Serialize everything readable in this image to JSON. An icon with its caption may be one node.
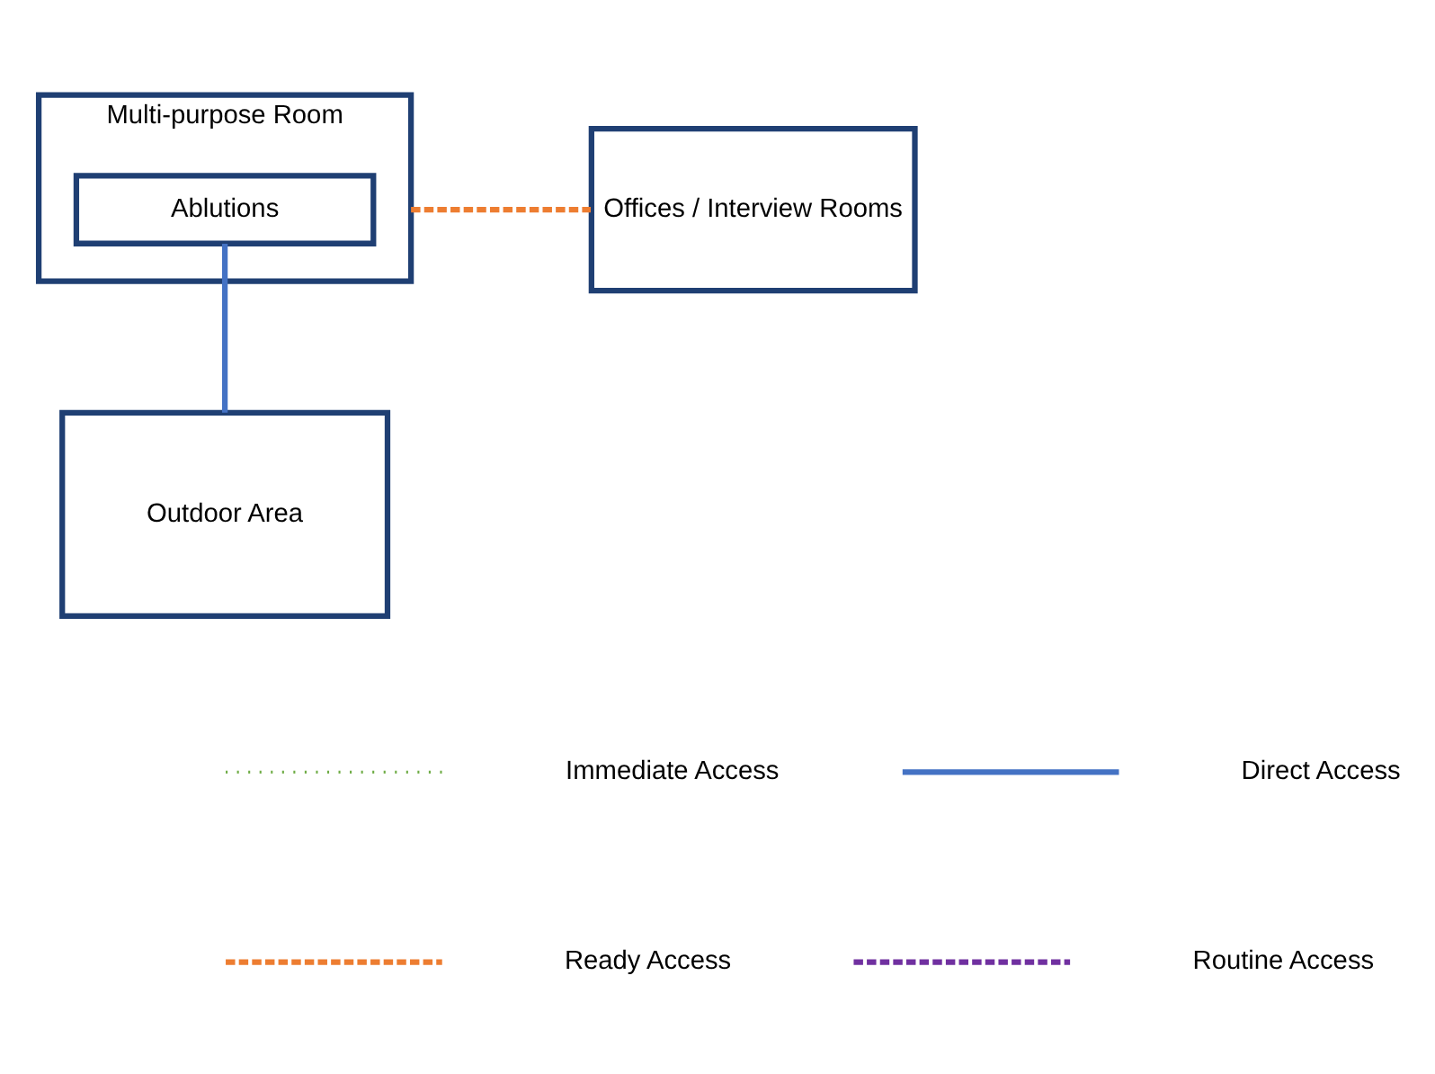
{
  "diagram": {
    "nodes": [
      {
        "text": [
          "Multi-purpose Room"
        ]
      },
      {
        "text": [
          "Ablutions"
        ],
        "in": 0
      },
      {
        "text": [
          "Offices / Interview Rooms"
        ]
      },
      {
        "text": [
          "Outdoor Area"
        ]
      }
    ],
    "edges": [
      {
        "from": 0,
        "to": 2,
        "arrow": "none",
        "style": "dashed",
        "color": "#ed7d31"
      },
      {
        "from": 1,
        "to": 3,
        "arrow": "none",
        "color": "#4472c4"
      }
    ],
    "legend": [
      {
        "text": "Immediate Access"
      },
      {
        "text": "Direct Access"
      },
      {
        "text": "Ready Access"
      },
      {
        "text": "Routine Access"
      }
    ]
  }
}
